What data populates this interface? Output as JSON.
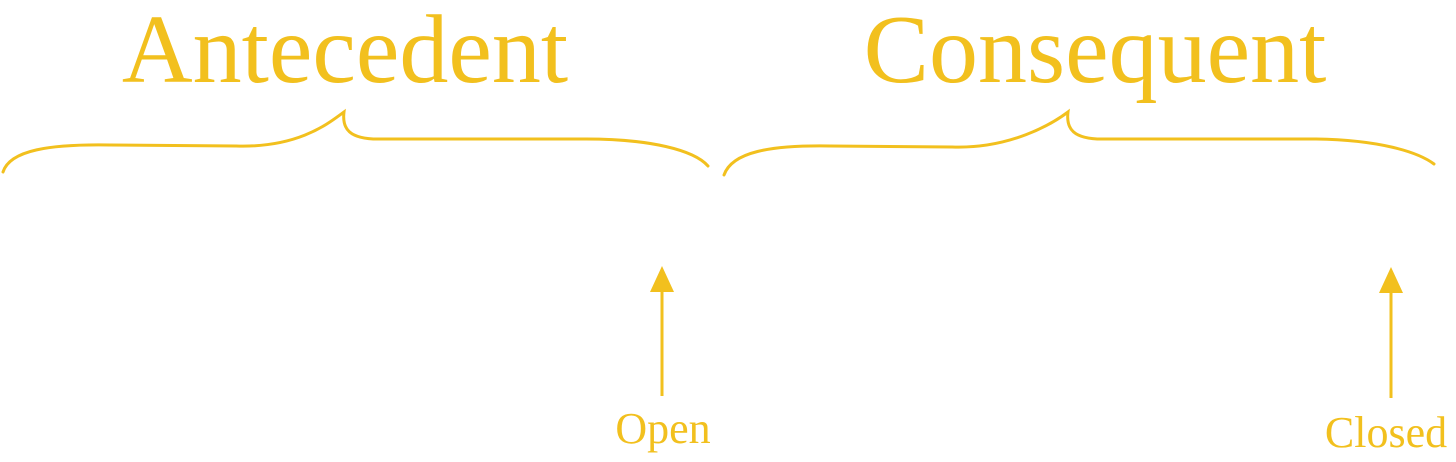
{
  "diagram": {
    "accent_color": "#F2C01E",
    "headings": {
      "antecedent": "Antecedent",
      "consequent": "Consequent"
    },
    "labels": {
      "open": "Open",
      "closed": "Closed"
    },
    "icons": [
      "brace-icon",
      "arrow-up-icon"
    ]
  }
}
